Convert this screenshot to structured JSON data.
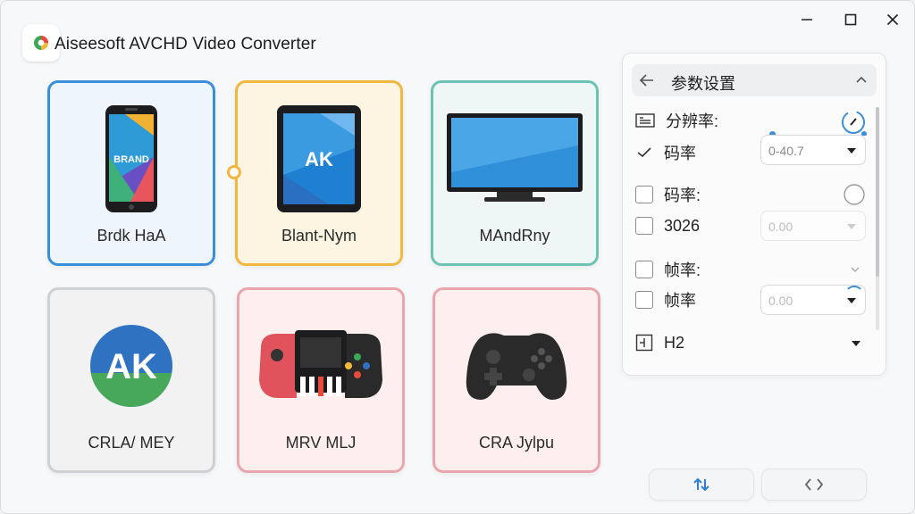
{
  "app": {
    "title": "Aiseesoft AVCHD Video Converter"
  },
  "window_controls": [
    "minimize-icon",
    "maximize-icon",
    "close-icon"
  ],
  "device_cards": [
    {
      "label": "Brdk HaA",
      "icon": "phone-icon",
      "screen_text": "BRAND",
      "border_color": "#3b8fd9",
      "bg_color": "#eef5fd",
      "selected": false
    },
    {
      "label": "Blant-Nym",
      "icon": "tablet-icon",
      "screen_text": "AK",
      "border_color": "#f0b840",
      "bg_color": "#fdf4e1",
      "selected": true
    },
    {
      "label": "MAndRny",
      "icon": "tv-icon",
      "border_color": "#6cc2b3",
      "bg_color": "#eef7f5",
      "selected": false
    },
    {
      "label": "CRLA/ MEY",
      "icon": "app-logo-icon",
      "logo_text": "AK",
      "border_color": "#cfd0d3",
      "bg_color": "#f2f2f3",
      "selected": false
    },
    {
      "label": "MRV MLJ",
      "icon": "handheld-console-icon",
      "border_color": "#e9a6ae",
      "bg_color": "#fcefee",
      "selected": false
    },
    {
      "label": "CRA Jylpu",
      "icon": "gamepad-icon",
      "border_color": "#e9a6ae",
      "bg_color": "#fcefee",
      "selected": false
    }
  ],
  "panel": {
    "title": "参数设置",
    "rows": [
      {
        "label": "分辨率:",
        "icon": "resolution-icon"
      },
      {
        "label": "码率",
        "icon": "check-icon",
        "select_value": "0-40.7"
      },
      {
        "label": "码率:",
        "icon": "checkbox"
      },
      {
        "label": "3026",
        "icon": "checkbox",
        "select_value": "0.00"
      },
      {
        "label": "帧率:",
        "icon": "checkbox"
      },
      {
        "label": "帧率",
        "icon": "checkbox",
        "select_value": "0.00"
      },
      {
        "label": "H2",
        "icon": "codec-icon"
      }
    ]
  },
  "colors": {
    "accent": "#3b8fd9",
    "selected_card": "#f0b840"
  },
  "bottom_buttons": [
    "swap-icon",
    "code-icon"
  ]
}
